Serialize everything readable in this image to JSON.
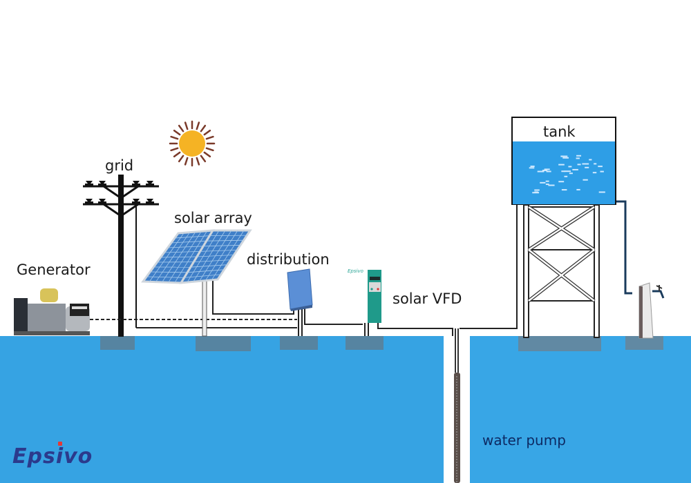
{
  "diagram": {
    "title": "Solar water pumping system",
    "labels": {
      "generator": "Generator",
      "grid": "grid",
      "solar_array": "solar array",
      "distribution": "distribution",
      "solar_vfd": "solar VFD",
      "tank": "tank",
      "water_pump": "water pump"
    },
    "brand": {
      "logo_text": "Epsivo",
      "vfd_brand_text": "Epsivo"
    },
    "colors": {
      "ground_water": "#36a3e3",
      "tank_water": "#2e9ee6",
      "vfd_body": "#1f9a8a",
      "sun": "#f5b324",
      "sun_rays": "#7a3a2a",
      "logo": "#2b3a8c",
      "logo_accent": "#e53935"
    }
  }
}
